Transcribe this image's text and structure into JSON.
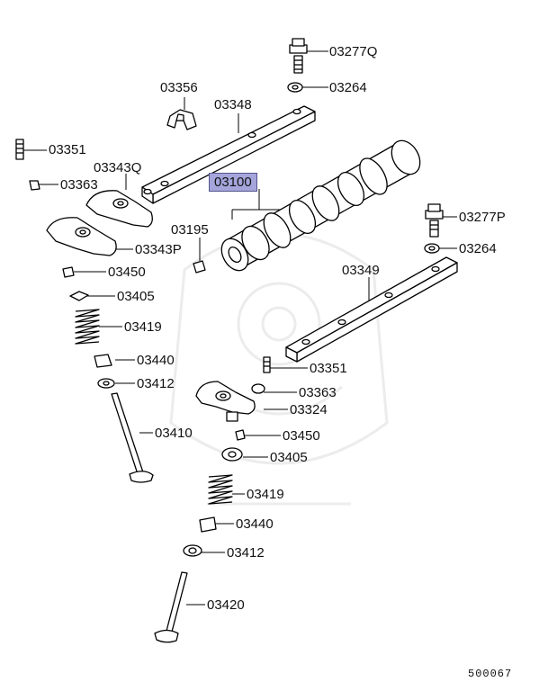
{
  "parts": {
    "bolt_top": "03277Q",
    "washer_top": "03264",
    "clip": "03356",
    "shaft_upper": "03348",
    "adjuster_upper": "03351",
    "rocker_q": "03343Q",
    "cap_upper": "03363",
    "camshaft": "03100",
    "dowel": "03195",
    "bolt_right": "03277P",
    "washer_right": "03264",
    "rocker_p": "03343P",
    "lash_upper": "03450",
    "shaft_lower": "03349",
    "seat_upper": "03405",
    "spring_upper": "03419",
    "retainer_upper": "03440",
    "adjuster_lower": "03351",
    "keeper_upper": "03412",
    "cap_lower": "03363",
    "intake_valve": "03410",
    "rocker_lower": "03324",
    "lash_lower": "03450",
    "seat_lower": "03405",
    "spring_lower": "03419",
    "retainer_lower": "03440",
    "keeper_lower": "03412",
    "exhaust_valve": "03420"
  },
  "diagram_ref": "500067"
}
